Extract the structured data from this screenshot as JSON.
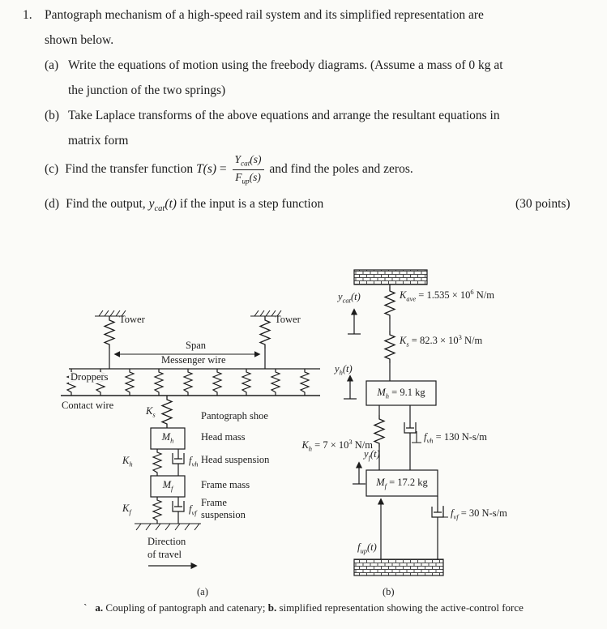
{
  "problem": {
    "number": "1.",
    "intro_line1": "Pantograph mechanism of a high-speed rail system and its simplified representation are",
    "intro_line2": "shown below.",
    "a": {
      "label": "(a)",
      "line1": "Write the equations of motion using the freebody diagrams. (Assume a mass of 0 kg at",
      "line2": "the junction of the two springs)"
    },
    "b": {
      "label": "(b)",
      "line1": "Take Laplace transforms of the above equations and arrange the resultant equations in",
      "line2": "matrix form"
    },
    "c": {
      "label": "(c)",
      "pre": "Find the transfer function ",
      "tf": "T(s)",
      "eq": " = ",
      "num_var": "Y",
      "num_sub": "cat",
      "num_arg": "(s)",
      "den_var": "F",
      "den_sub": "up",
      "den_arg": "(s)",
      "post": " and find the poles and zeros."
    },
    "d": {
      "label": "(d)",
      "pre": "Find the output, ",
      "var": "y",
      "sub": "cat",
      "arg": "(t)",
      "post": " if the input is a step function",
      "points": "(30 points)"
    }
  },
  "figure_a": {
    "tower1": "Tower",
    "tower2": "Tower",
    "span": "Span",
    "messenger_wire": "Messenger wire",
    "droppers": "Droppers",
    "contact_wire": "Contact wire",
    "ks": {
      "main": "K",
      "sub": "s"
    },
    "pantograph_shoe": "Pantograph shoe",
    "mh": {
      "main": "M",
      "sub": "h"
    },
    "head_mass": "Head mass",
    "kh": {
      "main": "K",
      "sub": "h"
    },
    "fvh": {
      "main": "f",
      "sub": "vh"
    },
    "head_suspension": "Head suspension",
    "mf": {
      "main": "M",
      "sub": "f"
    },
    "frame_mass": "Frame mass",
    "kf": {
      "main": "K",
      "sub": "f"
    },
    "fvf": {
      "main": "f",
      "sub": "vf"
    },
    "frame_suspension_line1": "Frame",
    "frame_suspension_line2": "suspension",
    "direction_line1": "Direction",
    "direction_line2": "of travel",
    "tag": "(a)"
  },
  "figure_b": {
    "ycat": {
      "main": "y",
      "sub": "cat",
      "arg": "(t)"
    },
    "kave": {
      "main": "K",
      "sub": "ave",
      "mid": " = 1.535 × 10",
      "sup": "6",
      "unit": " N/m"
    },
    "ks": {
      "main": "K",
      "sub": "s",
      "mid": " = 82.3 × 10",
      "sup": "3",
      "unit": " N/m"
    },
    "yh": {
      "main": "y",
      "sub": "h",
      "arg": "(t)"
    },
    "mh": {
      "main": "M",
      "sub": "h",
      "rest": " = 9.1 kg"
    },
    "kh": {
      "main": "K",
      "sub": "h",
      "mid": " = 7 × 10",
      "sup": "3",
      "unit": " N/m"
    },
    "fvh": {
      "main": "f",
      "sub": "vh",
      "rest": " = 130 N-s/m"
    },
    "yf": {
      "main": "y",
      "sub": "f",
      "arg": "(t)"
    },
    "mf": {
      "main": "M",
      "sub": "f",
      "rest": " = 17.2 kg"
    },
    "fvf": {
      "main": "f",
      "sub": "vf",
      "rest": " = 30 N-s/m"
    },
    "fup": {
      "main": "f",
      "sub": "up",
      "arg": "(t)"
    },
    "tag": "(b)"
  },
  "caption": {
    "prefix": "`",
    "a_label": "a.",
    "a_text": " Coupling of pantograph and catenary; ",
    "b_label": "b.",
    "b_text": " simplified representation showing the active-control force"
  }
}
